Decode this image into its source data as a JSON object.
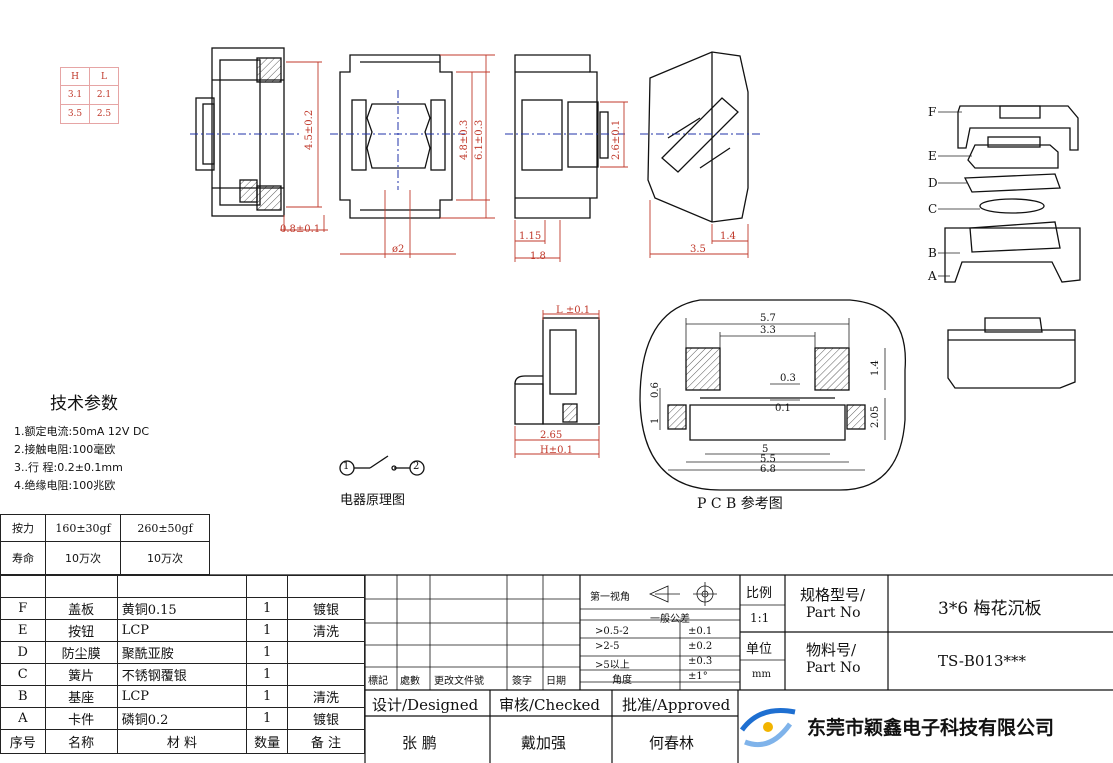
{
  "hl_table": {
    "h_head": "H",
    "l_head": "L",
    "rows": [
      [
        "3.1",
        "2.1"
      ],
      [
        "3.5",
        "2.5"
      ]
    ]
  },
  "dims": {
    "d_45": "4.5±0.2",
    "d_08": "0.8±0.1",
    "d_48": "4.8±0.3",
    "d_61": "6.1±0.3",
    "d_phi2": "ø2",
    "d_26": "2.6±0.1",
    "d_115": "1.15",
    "d_18": "1.8",
    "d_14": "1.4",
    "d_35": "3.5",
    "d_l": "L ±0.1",
    "d_265": "2.65",
    "d_h": "H±0.1"
  },
  "exploded_labels": [
    "F",
    "E",
    "D",
    "C",
    "B",
    "A"
  ],
  "pcb": {
    "d57": "5.7",
    "d33": "3.3",
    "d03": "0.3",
    "d01": "0.1",
    "d14": "1.4",
    "d06": "0.6",
    "d1": "1",
    "d205": "2.05",
    "d5": "5",
    "d55": "5.5",
    "d68": "6.8",
    "caption": "P C B 参考图"
  },
  "specs": {
    "title": "技术参数",
    "items": [
      "1.额定电流:50mA 12V DC",
      "2.接触电阻:100毫欧",
      "3..行 程:0.2±0.1mm",
      "4.绝缘电阻:100兆欧"
    ]
  },
  "circuit": {
    "n1": "1",
    "n2": "2",
    "caption": "电器原理图"
  },
  "force_table": {
    "force_label": "按力",
    "force_a": "160±30gf",
    "force_b": "260±50gf",
    "life_label": "寿命",
    "life_a": "10万次",
    "life_b": "10万次"
  },
  "bom": {
    "rows": [
      {
        "no": "F",
        "name": "盖板",
        "material": "黄铜0.15",
        "qty": "1",
        "note": "镀银"
      },
      {
        "no": "E",
        "name": "按钮",
        "material": "LCP",
        "qty": "1",
        "note": "清洗"
      },
      {
        "no": "D",
        "name": "防尘膜",
        "material": "聚酰亚胺",
        "qty": "1",
        "note": ""
      },
      {
        "no": "C",
        "name": "簧片",
        "material": "不锈钢覆银",
        "qty": "1",
        "note": ""
      },
      {
        "no": "B",
        "name": "基座",
        "material": "LCP",
        "qty": "1",
        "note": "清洗"
      },
      {
        "no": "A",
        "name": "卡件",
        "material": "磷铜0.2",
        "qty": "1",
        "note": "镀银"
      }
    ],
    "header": {
      "no": "序号",
      "name": "名称",
      "material": "材 料",
      "qty": "数量",
      "note": "备 注"
    }
  },
  "title_block": {
    "rev_cols": [
      "標記",
      "處數",
      "更改文件號",
      "簽字",
      "日期"
    ],
    "view": "第一视角",
    "tol_title": "一般公差",
    "tol_rows": [
      [
        ">0.5-2",
        "±0.1"
      ],
      [
        ">2-5",
        "±0.2"
      ],
      [
        ">5以上",
        "±0.3"
      ],
      [
        "角度",
        "±1°"
      ]
    ],
    "scale_label": "比例",
    "scale_value": "1:1",
    "unit_label": "单位",
    "unit_value": "mm",
    "spec_label": "规格型号/",
    "spec_sub": "Part No",
    "spec_value": "3*6 梅花沉板",
    "part_label": "物料号/",
    "part_sub": "Part No",
    "part_value": "TS-B013***",
    "design": "设计/Designed",
    "checked": "审核/Checked",
    "approved": "批准/Approved",
    "designer": "张 鹏",
    "checker": "戴加强",
    "approver": "何春林",
    "company": "东莞市颖鑫电子科技有限公司",
    "accent": "#1e6fd1"
  }
}
